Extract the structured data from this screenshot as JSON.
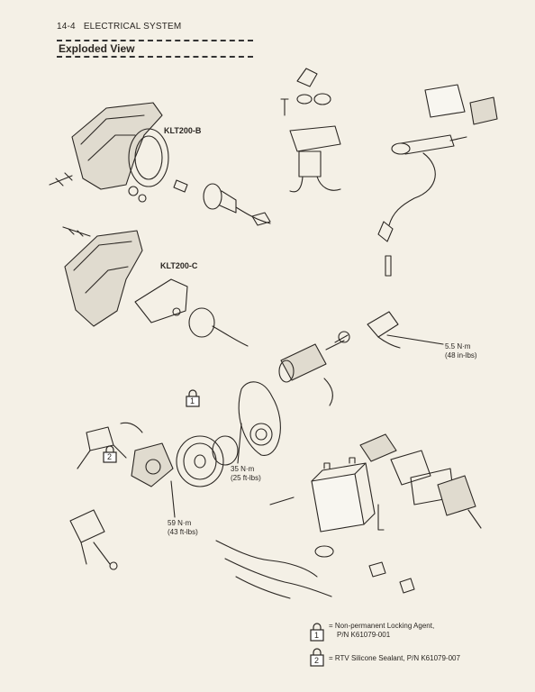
{
  "header": {
    "page_number": "14-4",
    "chapter": "ELECTRICAL SYSTEM"
  },
  "section_title": "Exploded View",
  "model_labels": {
    "klt200b": "KLT200-B",
    "klt200c": "KLT200-C"
  },
  "torque_labels": {
    "starter": {
      "metric": "5.5 N·m",
      "imperial": "(48 in-lbs)"
    },
    "flywheel": {
      "metric": "35 N·m",
      "imperial": "(25 ft-lbs)"
    },
    "stator": {
      "metric": "59 N·m",
      "imperial": "(43 ft-lbs)"
    }
  },
  "lock_icon_numbers": [
    "1",
    "2"
  ],
  "legend": [
    {
      "symbol": "1",
      "line1": "= Non-permanent Locking Agent,",
      "line2": "P/N K61079-001"
    },
    {
      "symbol": "2",
      "line1": "= RTV Silicone Sealant, P/N K61079-007",
      "line2": ""
    }
  ]
}
